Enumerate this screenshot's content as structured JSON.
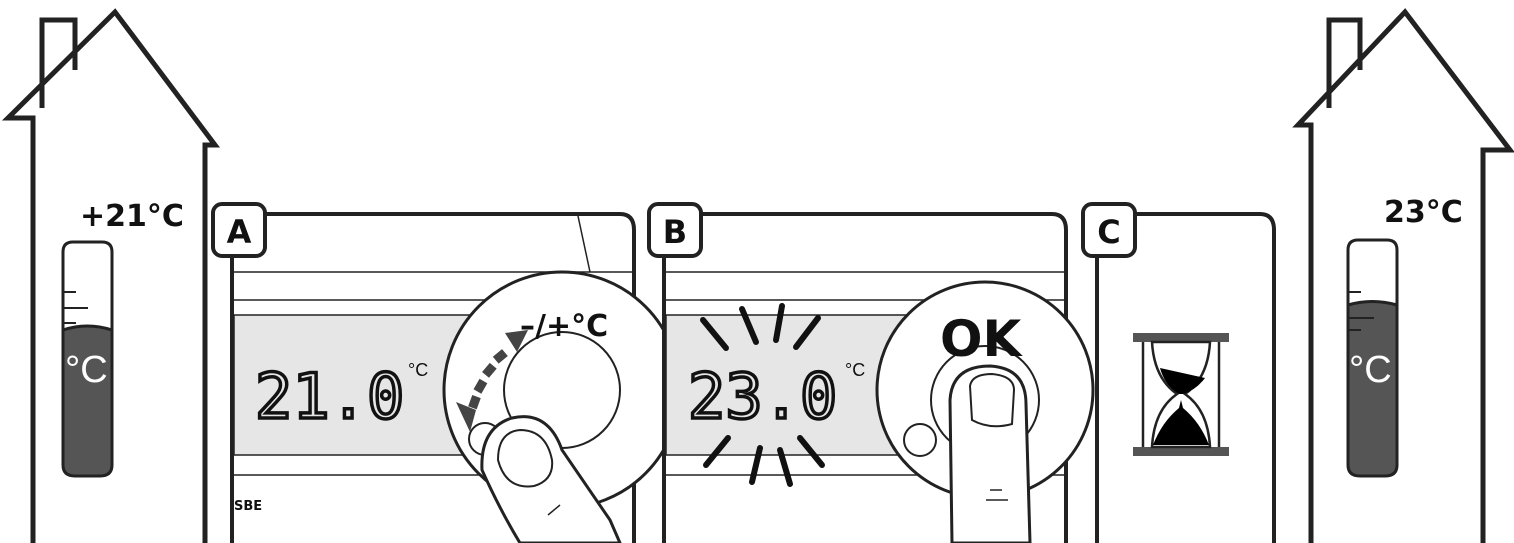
{
  "left_house": {
    "temperature_label": "+21°C",
    "tube_unit": "°C"
  },
  "right_house": {
    "temperature_label": "23°C",
    "tube_unit": "°C"
  },
  "panel_a": {
    "badge": "A",
    "display_value": "21.0",
    "display_unit": "°C",
    "dial_label": "–/+°C",
    "brand_logo": "SBE"
  },
  "panel_b": {
    "badge": "B",
    "display_value": "23.0",
    "display_unit": "°C",
    "button_label": "OK"
  },
  "panel_c": {
    "badge": "C",
    "icon": "hourglass-icon"
  },
  "colors": {
    "outline": "#222222",
    "tube_fill": "#555555",
    "lcd_band": "#e6e6e6",
    "hourglass_sand": "#000000"
  }
}
